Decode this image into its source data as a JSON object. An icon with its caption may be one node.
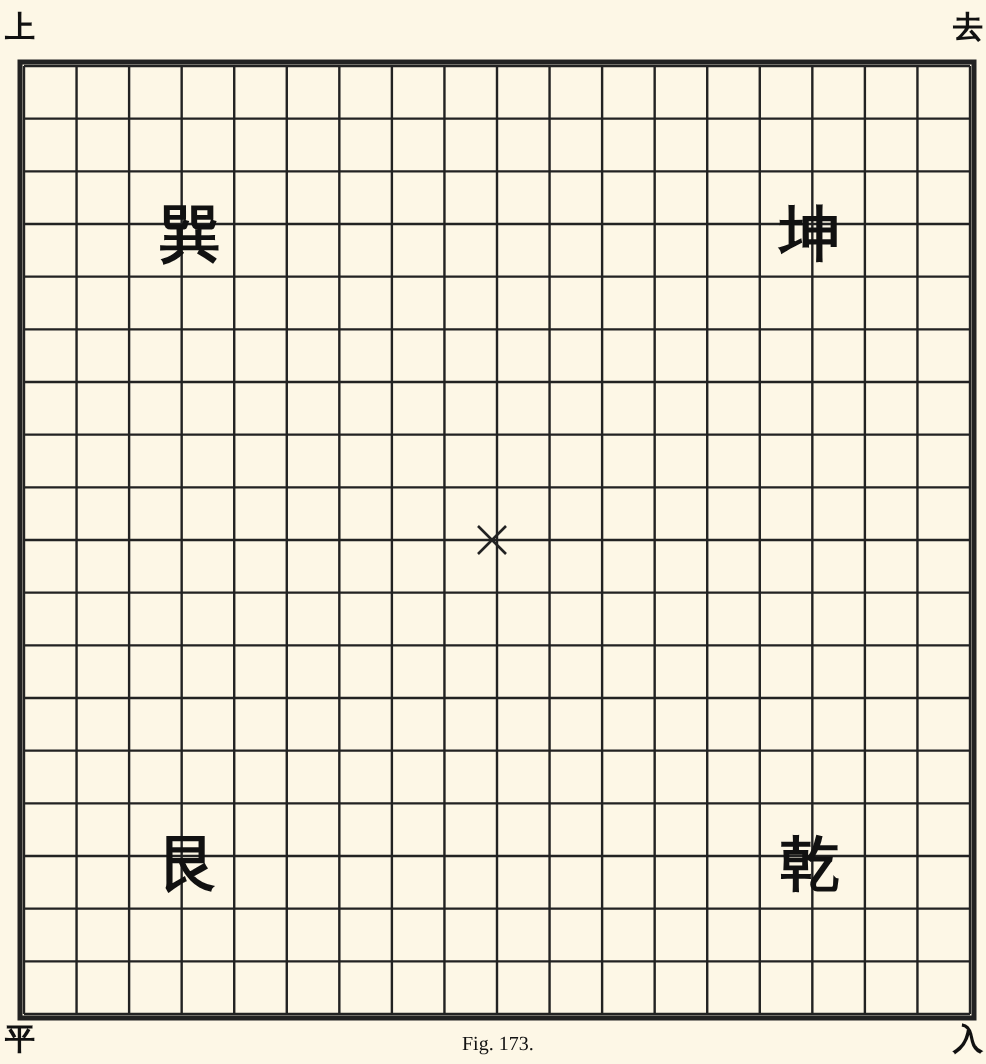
{
  "diagram": {
    "caption": "Fig. 173.",
    "labels": [
      "上",
      "去",
      "巽",
      "坤",
      "艮",
      "乾",
      "平",
      "入"
    ]
  }
}
